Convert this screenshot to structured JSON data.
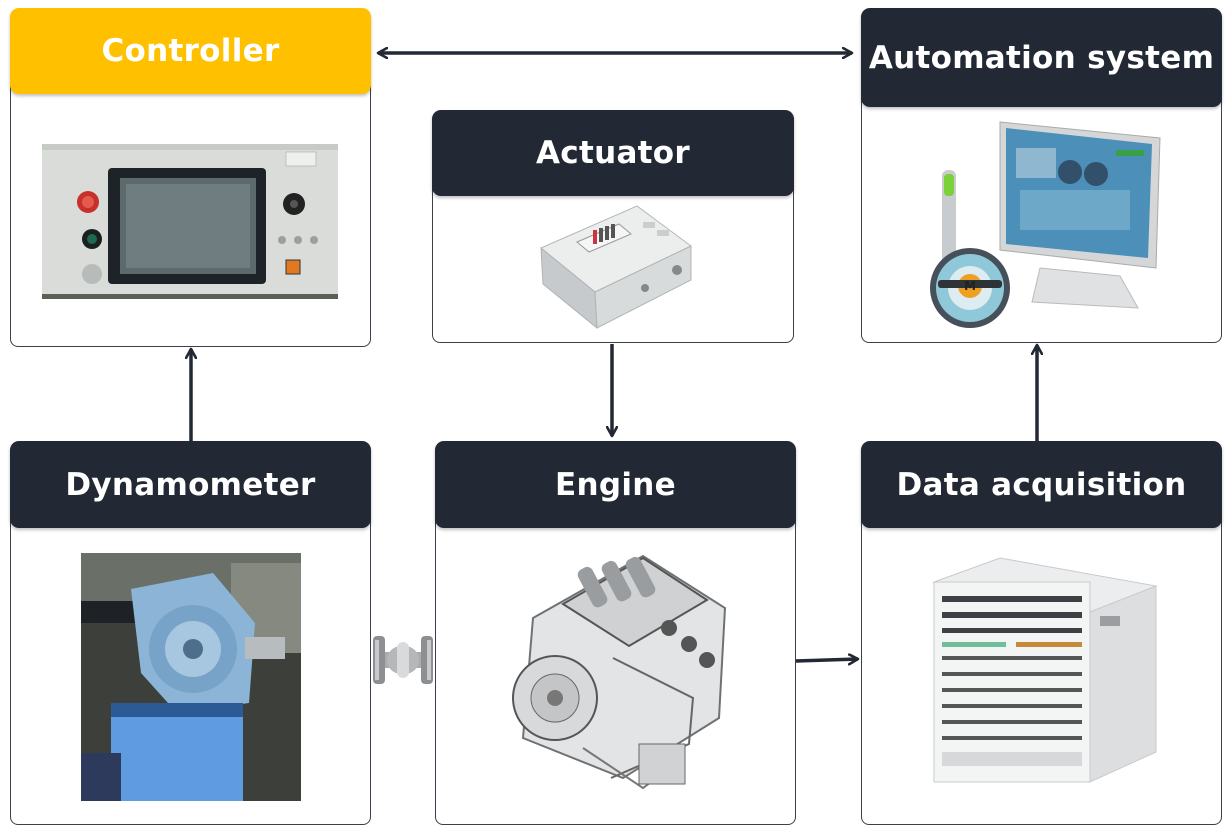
{
  "colors": {
    "header_dark": "#222834",
    "header_accent": "#FFC000",
    "arrow": "#222834"
  },
  "blocks": {
    "controller": {
      "title": "Controller",
      "image": "controller-panel-photo"
    },
    "actuator": {
      "title": "Actuator",
      "image": "actuator-box-photo"
    },
    "automation": {
      "title": "Automation system",
      "image": "computer-monitor-illustration"
    },
    "dynamometer": {
      "title": "Dynamometer",
      "image": "dynamometer-photo"
    },
    "engine": {
      "title": "Engine",
      "image": "engine-illustration"
    },
    "data_acquisition": {
      "title": "Data acquisition",
      "image": "daq-rack-illustration"
    }
  },
  "connectors": [
    {
      "from": "controller",
      "to": "automation",
      "type": "bidirectional"
    },
    {
      "from": "dynamometer",
      "to": "controller",
      "type": "arrow"
    },
    {
      "from": "actuator",
      "to": "engine",
      "type": "arrow"
    },
    {
      "from": "data_acquisition",
      "to": "automation",
      "type": "arrow"
    },
    {
      "from": "engine",
      "to": "data_acquisition",
      "type": "arrow"
    },
    {
      "from": "dynamometer",
      "to": "engine",
      "type": "shaft-coupling"
    }
  ]
}
